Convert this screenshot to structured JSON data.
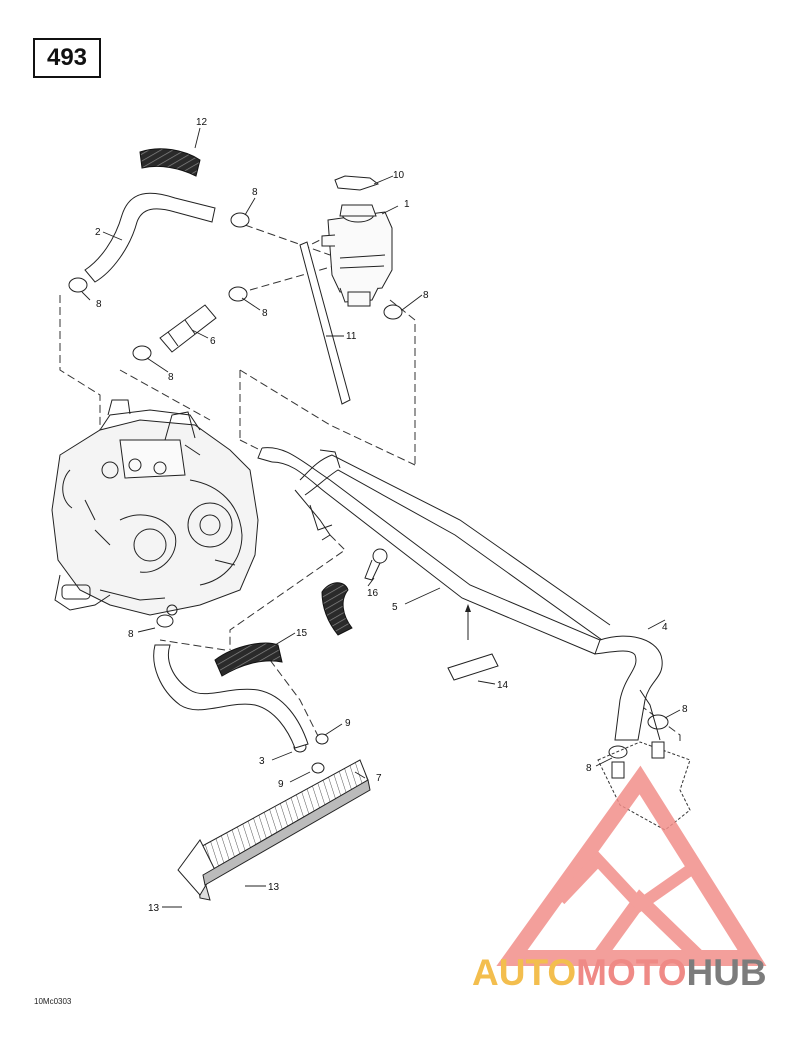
{
  "page_number": "493",
  "diagram_code": "10Mc0303",
  "watermark": {
    "part1": "AUTO",
    "part2": "MOTO",
    "part3": "HUB",
    "colors": {
      "auto": "#f3be4e",
      "moto": "#ef8a86",
      "hub": "#7c7c7c",
      "logo": "#f28f8a"
    }
  },
  "callouts": {
    "c1": "1",
    "c2": "2",
    "c3": "3",
    "c4": "4",
    "c5": "5",
    "c6": "6",
    "c7": "7",
    "c8": "8",
    "c9": "9",
    "c10": "10",
    "c11": "11",
    "c12": "12",
    "c13": "13",
    "c14": "14",
    "c15": "15",
    "c16": "16"
  }
}
